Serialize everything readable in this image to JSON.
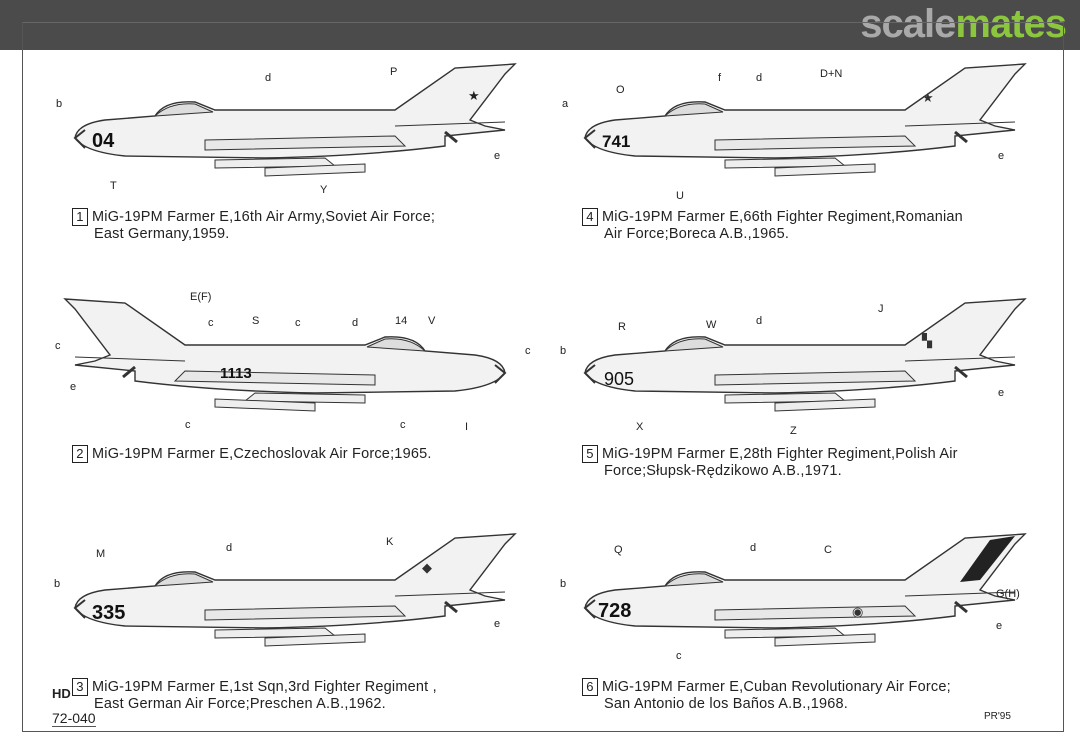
{
  "header": {
    "logo_grey": "scale",
    "logo_green": "mates",
    "colors": {
      "bar": "#4b4b4b",
      "green": "#8cc63f"
    }
  },
  "panels": [
    {
      "n": "1",
      "serial": "04",
      "line1": "MiG-19PM Farmer E,16th Air Army,Soviet Air Force;",
      "line2": "East Germany,1959.",
      "callouts": [
        "b",
        "d",
        "P",
        "e",
        "T",
        "Y"
      ]
    },
    {
      "n": "2",
      "serial": "1113",
      "line1": "MiG-19PM Farmer E,Czechoslovak Air Force;1965.",
      "line2": "",
      "callouts": [
        "E(F)",
        "c",
        "c",
        "S",
        "c",
        "d",
        "14",
        "V",
        "c",
        "e",
        "c",
        "c",
        "I"
      ]
    },
    {
      "n": "3",
      "serial": "335",
      "line1": "MiG-19PM Farmer E,1st Sqn,3rd Fighter Regiment ,",
      "line2": "East German Air Force;Preschen A.B.,1962.",
      "callouts": [
        "M",
        "d",
        "K",
        "b",
        "e"
      ]
    },
    {
      "n": "4",
      "serial": "741",
      "line1": "MiG-19PM Farmer E,66th Fighter Regiment,Romanian",
      "line2": "Air Force;Boreca A.B.,1965.",
      "callouts": [
        "a",
        "O",
        "f",
        "d",
        "D+N",
        "e",
        "U"
      ]
    },
    {
      "n": "5",
      "serial": "905",
      "line1": "MiG-19PM Farmer E,28th Fighter Regiment,Polish Air",
      "line2": "Force;Słupsk-Rędzikowo A.B.,1971.",
      "callouts": [
        "R",
        "W",
        "d",
        "J",
        "b",
        "e",
        "X",
        "Z"
      ]
    },
    {
      "n": "6",
      "serial": "728",
      "line1": "MiG-19PM Farmer E,Cuban Revolutionary Air Force;",
      "line2": "San Antonio de los Baños A.B.,1968.",
      "callouts": [
        "Q",
        "d",
        "C",
        "b",
        "G(H)",
        "e",
        "c"
      ]
    }
  ],
  "footer": {
    "maker": "HD",
    "catalog": "72-040",
    "credit": "PR'95"
  }
}
